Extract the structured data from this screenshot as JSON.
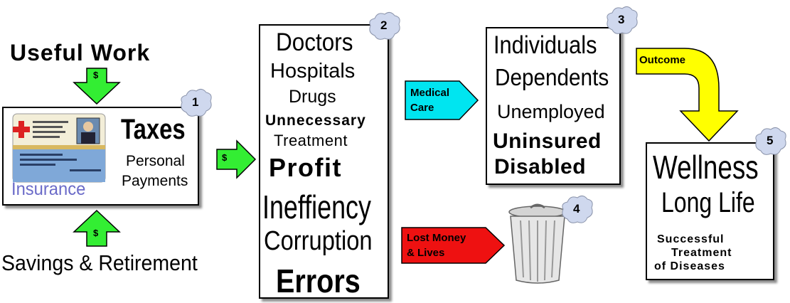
{
  "left": {
    "useful_work": "Useful Work",
    "savings": "Savings & Retirement",
    "arrow_label": "$",
    "card_label": "Insurance",
    "taxes": "Taxes",
    "personal": "Personal",
    "payments": "Payments",
    "step": "1"
  },
  "flow_arrow_label": "$",
  "middle": {
    "step": "2",
    "items": [
      "Doctors",
      "Hospitals",
      "Drugs",
      "Unnecessary",
      "Treatment",
      "Profit",
      "Ineffiency",
      "Corruption",
      "Errors"
    ]
  },
  "medical_care": {
    "line1": "Medical",
    "line2": "Care"
  },
  "lost": {
    "line1": "Lost Money",
    "line2": "& Lives"
  },
  "recipients": {
    "step": "3",
    "items": [
      "Individuals",
      "Dependents",
      "Unemployed",
      "Uninsured",
      "Disabled"
    ]
  },
  "trash_step": "4",
  "outcome_label": "Outcome",
  "wellness": {
    "step": "5",
    "title1": "Wellness",
    "title2": "Long Life",
    "sub1": "Successful",
    "sub2": "Treatment",
    "sub3": "of Diseases"
  },
  "colors": {
    "green_arrow": "#33ee33",
    "cyan_arrow": "#00e5f0",
    "red_arrow": "#ee1111",
    "yellow_arrow": "#ffff00",
    "badge": "#cfd8ee"
  }
}
